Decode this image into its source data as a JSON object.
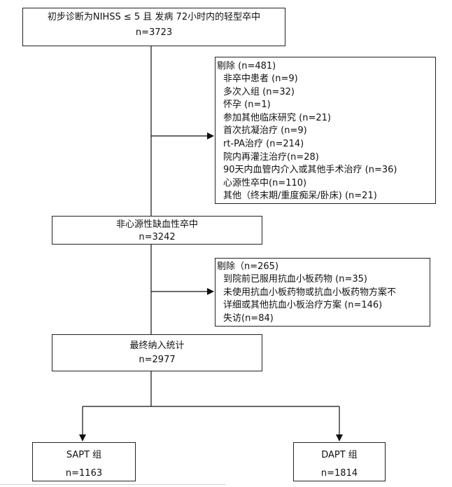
{
  "start": {
    "title": "初步诊断为NIHSS ≤ 5 且 发病 72小时内的轻型卒中",
    "count": "n=3723"
  },
  "exclusion1": {
    "header": "剔除 (n=481)",
    "items": [
      "非卒中患者 (n=9)",
      "多次入组 (n=32)",
      "怀孕 (n=1)",
      "参加其他临床研究 (n=21)",
      "首次抗凝治疗 (n=9)",
      "rt-PA治疗 (n=214)",
      "院内再灌注治疗(n=28)",
      "90天内血管内介入或其他手术治疗 (n=36)",
      "心源性卒中(n=110)",
      "其他（终末期/重度痴呆/卧床) (n=21)"
    ]
  },
  "mid": {
    "title": "非心源性缺血性卒中",
    "count": "n=3242"
  },
  "exclusion2": {
    "header": "剔除（n=265)",
    "items": [
      "到院前已服用抗血小板药物 (n=35)",
      "未使用抗血小板药物或抗血小板药物方案不",
      "详细或其他抗血小板治疗方案 (n=146)",
      "失访(n=84)"
    ]
  },
  "final": {
    "title": "最终纳入统计",
    "count": "n=2977"
  },
  "sapt": {
    "title": "SAPT  组",
    "count": "n=1163"
  },
  "dapt": {
    "title": "DAPT  组",
    "count": "n=1814"
  }
}
